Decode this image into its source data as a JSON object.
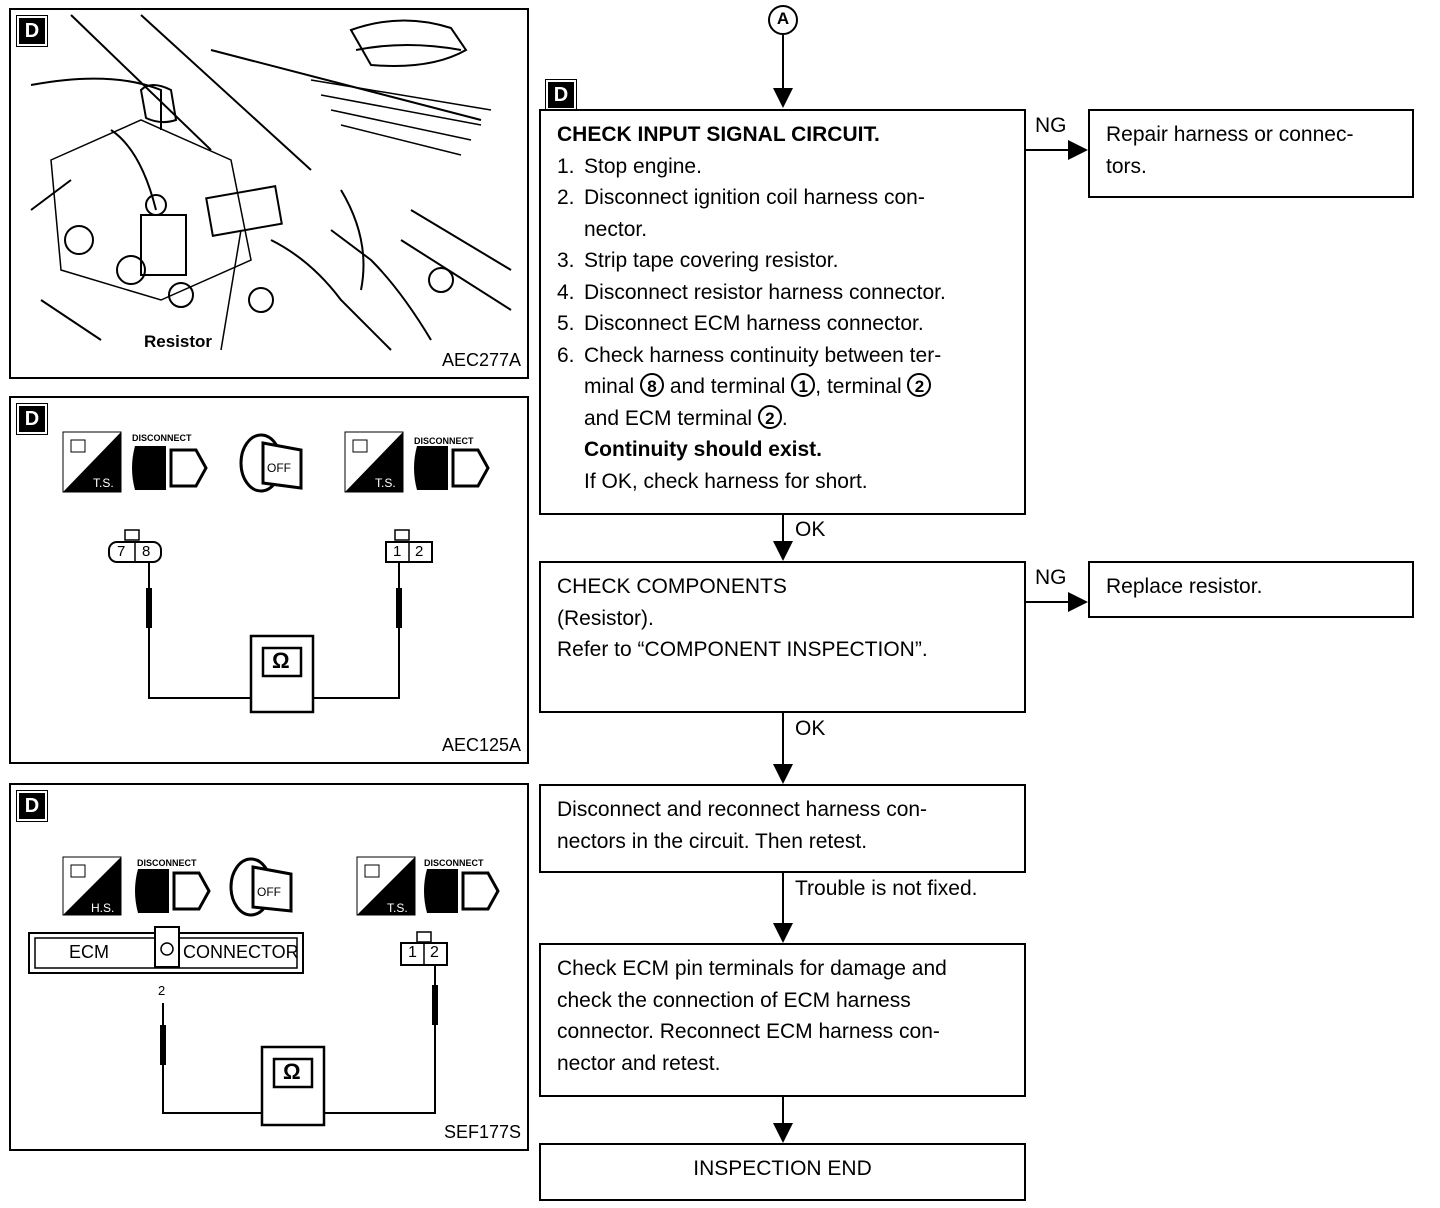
{
  "connector_a": "A",
  "panels": [
    {
      "tag": "D",
      "fig_id": "AEC277A",
      "resistor_label": "Resistor"
    },
    {
      "tag": "D",
      "fig_id": "AEC125A",
      "icons": [
        "T.S.",
        "DISCONNECT",
        "OFF",
        "T.S.",
        "DISCONNECT"
      ],
      "conn_left": [
        "7",
        "8"
      ],
      "conn_right": [
        "1",
        "2"
      ],
      "meter": "Ω"
    },
    {
      "tag": "D",
      "fig_id": "SEF177S",
      "icons": [
        "H.S.",
        "DISCONNECT",
        "OFF",
        "T.S.",
        "DISCONNECT"
      ],
      "ecm_left": "ECM",
      "ecm_right": "CONNECTOR",
      "pin": "2",
      "conn_right": [
        "1",
        "2"
      ],
      "meter": "Ω"
    }
  ],
  "flow": {
    "tag": "D",
    "step1": {
      "title": "CHECK INPUT SIGNAL CIRCUIT.",
      "items": [
        {
          "n": "1.",
          "text": "Stop engine."
        },
        {
          "n": "2.",
          "text": "Disconnect ignition coil harness con-"
        },
        {
          "n": "",
          "text": "nector."
        },
        {
          "n": "3.",
          "text": "Strip tape covering resistor."
        },
        {
          "n": "4.",
          "text": "Disconnect resistor harness connector."
        },
        {
          "n": "5.",
          "text": "Disconnect ECM harness connector."
        },
        {
          "n": "6.",
          "text": "Check harness continuity between ter-"
        }
      ],
      "line7": {
        "a": "minal",
        "c1": "8",
        "b": "and terminal",
        "c2": "1",
        "c": ", terminal",
        "c3": "2"
      },
      "line8": {
        "a": "and ECM terminal",
        "c4": "2",
        "b": "."
      },
      "bold": "Continuity should exist.",
      "note": "If OK, check harness for short."
    },
    "ng1_label": "NG",
    "repair": [
      "Repair harness or connec-",
      "tors."
    ],
    "ok1_label": "OK",
    "step2": [
      "CHECK COMPONENTS",
      "(Resistor).",
      "Refer to “COMPONENT INSPECTION”."
    ],
    "ng2_label": "NG",
    "replace": "Replace resistor.",
    "ok2_label": "OK",
    "step3": [
      "Disconnect and reconnect harness con-",
      "nectors in the circuit. Then retest."
    ],
    "trouble_label": "Trouble is not fixed.",
    "step4": [
      "Check ECM pin terminals for damage and",
      "check the connection of ECM harness",
      "connector. Reconnect ECM harness con-",
      "nector and retest."
    ],
    "end": "INSPECTION END"
  }
}
